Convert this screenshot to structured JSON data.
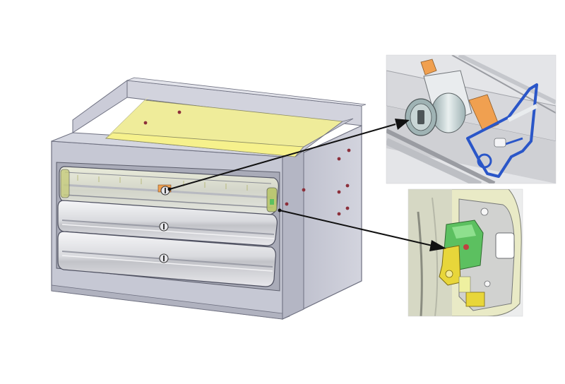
{
  "figure": {
    "subject": "cad-drawer-cabinet-with-lock-details",
    "components": [
      "cabinet-body",
      "open-top-tray",
      "drawer-top-transparent",
      "drawer-middle",
      "drawer-bottom",
      "lock-cylinder-detail-view",
      "latch-mechanism-detail-view"
    ],
    "colors": {
      "cabinet": "#c8cad6",
      "cabinet_dark": "#9a9cab",
      "tray_inner": "#f0ee96",
      "tray_floor": "#f4f08a",
      "drawer_face": "#dfe0e4",
      "lock_orange": "#f0a050",
      "latch_green": "#5cc060",
      "latch_yellow": "#e8d63a",
      "bracket_blue": "#2a56c8",
      "arrow": "#111111",
      "rivet": "#8c2f3a"
    }
  }
}
